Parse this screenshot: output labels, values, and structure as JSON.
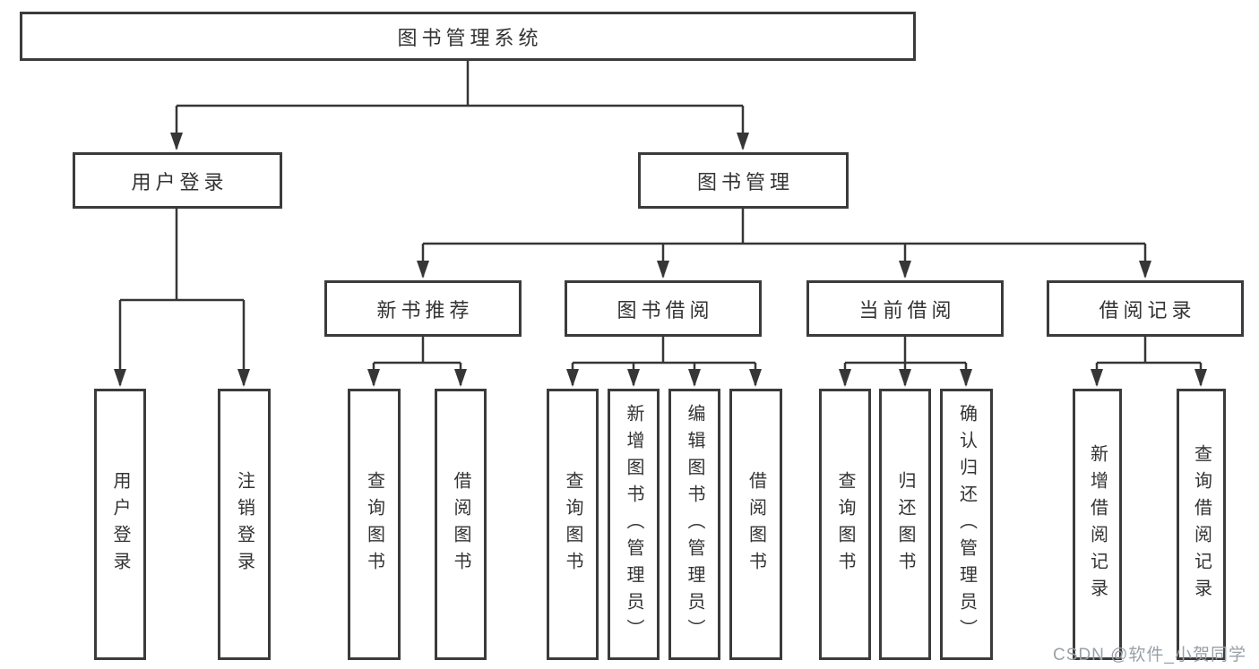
{
  "diagram": {
    "tree": {
      "root": {
        "label": "图书管理系统"
      },
      "branches": [
        {
          "label": "用户登录",
          "leaves": [
            "用户登录",
            "注销登录"
          ]
        },
        {
          "label": "图书管理",
          "groups": [
            {
              "label": "新书推荐",
              "leaves": [
                "查询图书",
                "借阅图书"
              ]
            },
            {
              "label": "图书借阅",
              "leaves": [
                "查询图书",
                "新增图书（管理员）",
                "编辑图书（管理员）",
                "借阅图书"
              ]
            },
            {
              "label": "当前借阅",
              "leaves": [
                "查询图书",
                "归还图书",
                "确认归还（管理员）"
              ]
            },
            {
              "label": "借阅记录",
              "leaves": [
                "新增借阅记录",
                "查询借阅记录"
              ]
            }
          ]
        }
      ]
    },
    "colors": {
      "line": "#363636",
      "box_border": "#3b3b3b",
      "text": "#333333",
      "watermark": "#9aa0a6",
      "background": "#ffffff"
    }
  },
  "watermark": {
    "text": "CSDN @软件_小贺同学"
  }
}
